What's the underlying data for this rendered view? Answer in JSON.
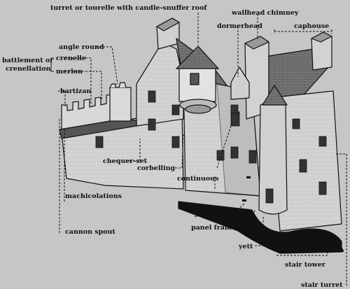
{
  "labels": {
    "turret": "turret or tourelle with candle-snuffer roof",
    "wallhead_chimney": "wallhead chimney",
    "dormerhead": "dormerhead",
    "caphouse": "caphouse",
    "angle_round": "angle round",
    "battlement_line1": "battlement or",
    "battlement_line2": "crenellation",
    "crenelle": "crenelle",
    "merlon": "merlon",
    "bartizan": "bartizan",
    "chequer_set": "chequer-set",
    "corbelling": "corbelling",
    "continuous": "continuous",
    "machicolations": "machicolations",
    "gunloops": "gunloops",
    "cannon_spout": "cannon spout",
    "panel_frame": "panel frame",
    "yett": "yett",
    "stair_tower": "stair tower",
    "stair_turret": "stair turret"
  },
  "colors": {
    "background": "#c6c6c6",
    "ink": "#111111",
    "wall_light": "#d9d9d9",
    "wall_dark": "#8a8a8a",
    "roof": "#6e6e6e"
  }
}
